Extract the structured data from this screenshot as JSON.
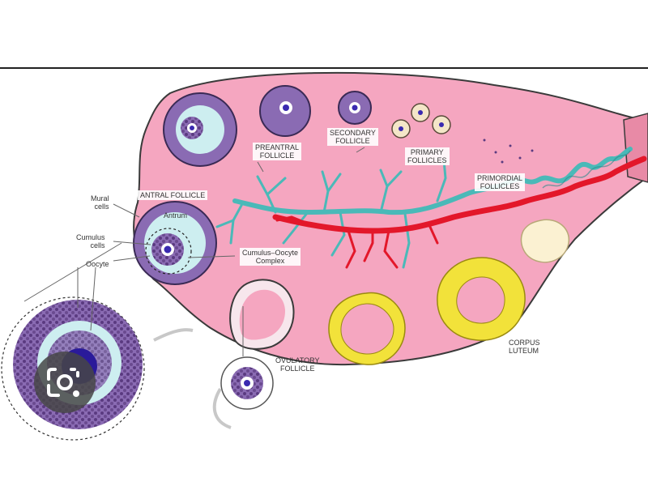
{
  "labels": {
    "preantral_follicle": [
      "PREANTRAL",
      "FOLLICLE"
    ],
    "secondary_follicle": [
      "SECONDARY",
      "FOLLICLE"
    ],
    "primary_follicles": [
      "PRIMARY",
      "FOLLICLES"
    ],
    "primordial_follicles": [
      "PRIMORDIAL",
      "FOLLICLES"
    ],
    "antral_follicle": "ANTRAL FOLLICLE",
    "antrum": "Antrum",
    "mural_cells": [
      "Mural",
      "cells"
    ],
    "cumulus_cells": [
      "Cumulus",
      "cells"
    ],
    "oocyte": "Oocyte",
    "cumulus_oocyte_complex": [
      "Cumulus–Oocyte",
      "Complex"
    ],
    "ovulatory_follicle": [
      "OVULATORY",
      "FOLLICLE"
    ],
    "corpus_luteum": [
      "CORPUS",
      "LUTEUM"
    ]
  },
  "colors": {
    "ovary": "#f5a6c0",
    "ovary_outline": "#3a3a3a",
    "artery": "#e3172a",
    "vein": "#4ab9b8",
    "granulosa": "#6a4a8f",
    "oocyte": "#5b4fc4",
    "antrum_fluid": "#cdeef0",
    "corpus_luteum": "#f2e23a"
  },
  "icons": [
    "google-lens-icon"
  ]
}
